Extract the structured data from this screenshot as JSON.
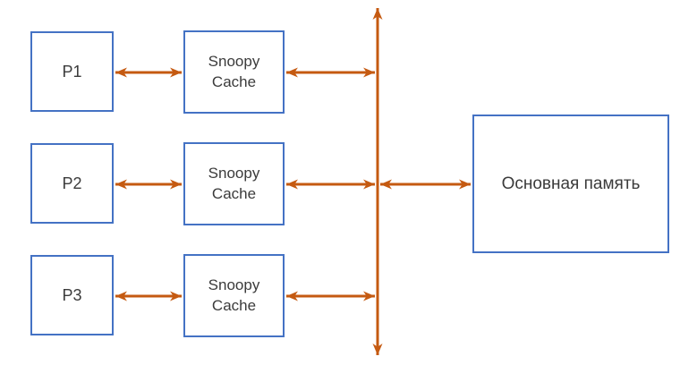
{
  "colors": {
    "box_border": "#4472C4",
    "arrow": "#C55A11",
    "text": "#3B3B3B",
    "background": "#FFFFFF"
  },
  "processors": [
    {
      "label": "P1"
    },
    {
      "label": "P2"
    },
    {
      "label": "P3"
    }
  ],
  "caches": [
    {
      "line1": "Snoopy",
      "line2": "Cache"
    },
    {
      "line1": "Snoopy",
      "line2": "Cache"
    },
    {
      "line1": "Snoopy",
      "line2": "Cache"
    }
  ],
  "memory": {
    "label": "Основная память"
  }
}
